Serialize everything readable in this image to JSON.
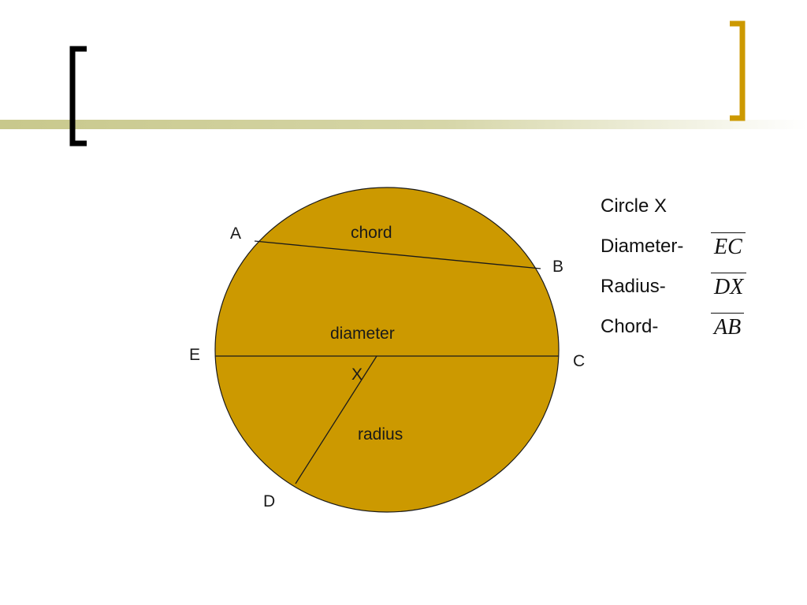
{
  "colors": {
    "circle_fill": "#CC9900",
    "stroke": "#1a1a1a",
    "bracket_left": "#000000",
    "bracket_right": "#CC9900",
    "band": "#C8C88C"
  },
  "diagram": {
    "points": {
      "A": "A",
      "B": "B",
      "C": "C",
      "D": "D",
      "E": "E",
      "X": "X"
    },
    "labels": {
      "chord": "chord",
      "diameter": "diameter",
      "radius": "radius"
    }
  },
  "legend": {
    "title": "Circle X",
    "rows": [
      {
        "label": "Diameter-",
        "segment": "EC"
      },
      {
        "label": "Radius-",
        "segment": "DX"
      },
      {
        "label": "Chord-",
        "segment": "AB"
      }
    ]
  }
}
